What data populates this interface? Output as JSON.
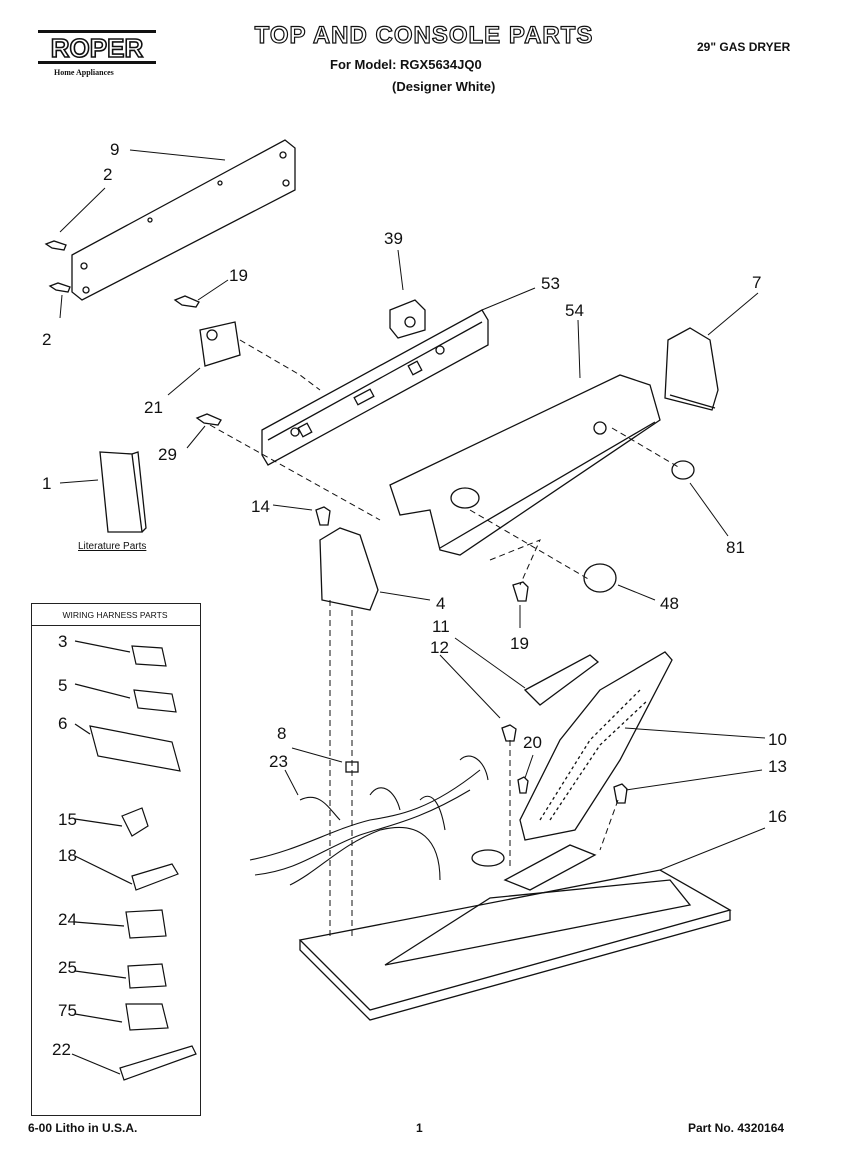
{
  "header": {
    "brand": "ROPER",
    "brand_sub": "Home Appliances",
    "title": "TOP AND CONSOLE PARTS",
    "model_line": "For Model: RGX5634JQ0",
    "finish": "(Designer White)",
    "product": "29\" GAS DRYER"
  },
  "callouts": {
    "c9": "9",
    "c2a": "2",
    "c2b": "2",
    "c39": "39",
    "c53": "53",
    "c54": "54",
    "c7": "7",
    "c19a": "19",
    "c21": "21",
    "c29": "29",
    "c1": "1",
    "c14": "14",
    "c81": "81",
    "c4": "4",
    "c48": "48",
    "c19b": "19",
    "c11": "11",
    "c12": "12",
    "c8": "8",
    "c23": "23",
    "c20": "20",
    "c10": "10",
    "c13": "13",
    "c16": "16"
  },
  "literature_label": "Literature Parts",
  "harness": {
    "title": "WIRING HARNESS PARTS",
    "items": [
      "3",
      "5",
      "6",
      "15",
      "18",
      "24",
      "25",
      "75",
      "22"
    ]
  },
  "footer": {
    "print": "6-00 Litho in U.S.A.",
    "page": "1",
    "part_no": "Part No. 4320164"
  }
}
